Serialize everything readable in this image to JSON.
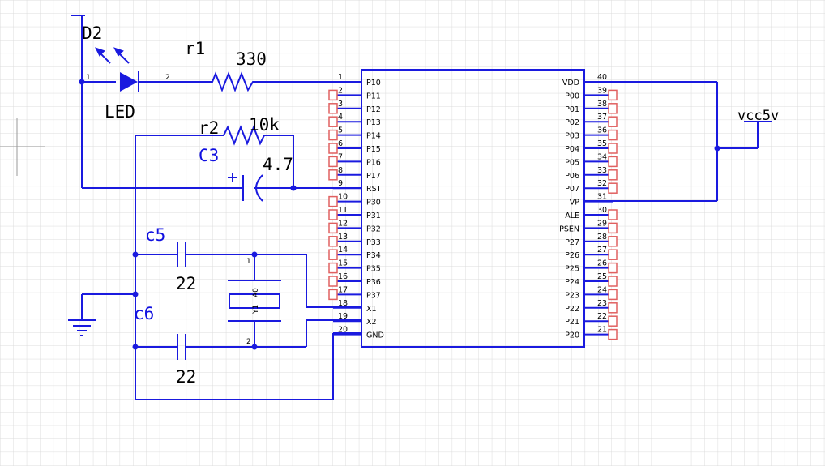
{
  "colors": {
    "wire": "#1a1adf",
    "grid": "#dcdcdc",
    "unconnected": "#e06060",
    "label_blue": "#1010e0"
  },
  "labels": {
    "led_ref": "D2",
    "led_value": "LED",
    "r1_ref": "r1",
    "r1_value": "330",
    "r2_ref": "r2",
    "r2_value": "10k",
    "c3_ref": "C3",
    "c3_value": "4.7",
    "c5_ref": "c5",
    "c5_value": "22",
    "c6_ref": "c6",
    "c6_value": "22",
    "crystal_ref": "Y1",
    "crystal_value": "A0",
    "vcc_label": "vcc5v",
    "led_pin1": "1",
    "led_pin2": "2",
    "xtal_pin1": "1",
    "xtal_pin2": "2"
  },
  "mcu": {
    "left_pins": [
      {
        "num": "1",
        "name": "P10"
      },
      {
        "num": "2",
        "name": "P11"
      },
      {
        "num": "3",
        "name": "P12"
      },
      {
        "num": "4",
        "name": "P13"
      },
      {
        "num": "5",
        "name": "P14"
      },
      {
        "num": "6",
        "name": "P15"
      },
      {
        "num": "7",
        "name": "P16"
      },
      {
        "num": "8",
        "name": "P17"
      },
      {
        "num": "9",
        "name": "RST"
      },
      {
        "num": "10",
        "name": "P30"
      },
      {
        "num": "11",
        "name": "P31"
      },
      {
        "num": "12",
        "name": "P32"
      },
      {
        "num": "13",
        "name": "P33"
      },
      {
        "num": "14",
        "name": "P34"
      },
      {
        "num": "15",
        "name": "P35"
      },
      {
        "num": "16",
        "name": "P36"
      },
      {
        "num": "17",
        "name": "P37"
      },
      {
        "num": "18",
        "name": "X1"
      },
      {
        "num": "19",
        "name": "X2"
      },
      {
        "num": "20",
        "name": "GND"
      }
    ],
    "right_pins": [
      {
        "num": "40",
        "name": "VDD"
      },
      {
        "num": "39",
        "name": "P00"
      },
      {
        "num": "38",
        "name": "P01"
      },
      {
        "num": "37",
        "name": "P02"
      },
      {
        "num": "36",
        "name": "P03"
      },
      {
        "num": "35",
        "name": "P04"
      },
      {
        "num": "34",
        "name": "P05"
      },
      {
        "num": "33",
        "name": "P06"
      },
      {
        "num": "32",
        "name": "P07"
      },
      {
        "num": "31",
        "name": "VP"
      },
      {
        "num": "30",
        "name": "ALE"
      },
      {
        "num": "29",
        "name": "PSEN"
      },
      {
        "num": "28",
        "name": "P27"
      },
      {
        "num": "27",
        "name": "P26"
      },
      {
        "num": "26",
        "name": "P25"
      },
      {
        "num": "25",
        "name": "P24"
      },
      {
        "num": "24",
        "name": "P23"
      },
      {
        "num": "23",
        "name": "P22"
      },
      {
        "num": "22",
        "name": "P21"
      },
      {
        "num": "21",
        "name": "P20"
      }
    ]
  }
}
